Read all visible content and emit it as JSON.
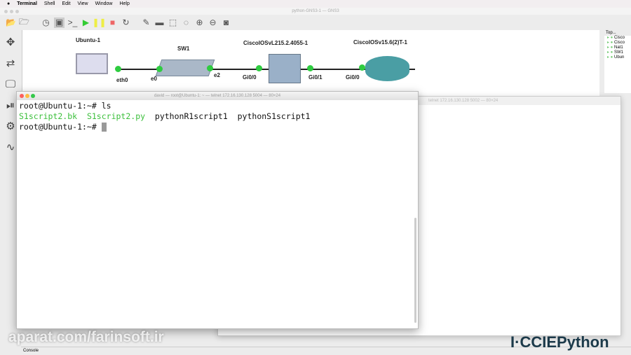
{
  "menubar": {
    "items": [
      "Terminal",
      "Shell",
      "Edit",
      "View",
      "Window",
      "Help"
    ]
  },
  "window": {
    "title": "python-GNS3-1 — GNS3"
  },
  "toolbar": {
    "icons": [
      "new-project-icon",
      "open-project-icon",
      "snapshot-icon",
      "show-interfaces-icon",
      "console-all-icon",
      "start-icon",
      "suspend-icon",
      "stop-icon",
      "reload-icon",
      "add-note-icon",
      "insert-image-icon",
      "draw-rectangle-icon",
      "draw-ellipse-icon",
      "zoom-in-icon",
      "zoom-out-icon",
      "screenshot-icon"
    ]
  },
  "topology": {
    "nodes": [
      {
        "name": "Ubuntu-1"
      },
      {
        "name": "SW1"
      },
      {
        "name": "CiscoIOSvL215.2.4055-1"
      },
      {
        "name": "CiscoIOSv15.6(2)T-1"
      }
    ],
    "ports": [
      "eth0",
      "e0",
      "e2",
      "Gi0/0",
      "Gi0/1",
      "Gi0/0"
    ],
    "link_status_color": "#2ecc40"
  },
  "topology_summary": {
    "header": "Top...",
    "items": [
      "Cisco",
      "Cisco",
      "Nat1",
      "SW1",
      "Ubun"
    ]
  },
  "terminal": {
    "title": "david — root@Ubuntu-1: ~ — telnet 172.16.130.128 5004 — 80×24",
    "back_title": "telnet 172.16.130.128 5002 — 80×24",
    "line1": "root@Ubuntu-1:~# ls",
    "files": [
      "S1script2.bk",
      "S1script2.py",
      "pythonR1script1",
      "pythonS1script1"
    ],
    "prompt": "root@Ubuntu-1:~# ",
    "file_exec_color": "#3bbf3b"
  },
  "console": {
    "label": "Console"
  },
  "watermark": "aparat.com/farinsoft.ir",
  "logo": "I·CCIEPython"
}
